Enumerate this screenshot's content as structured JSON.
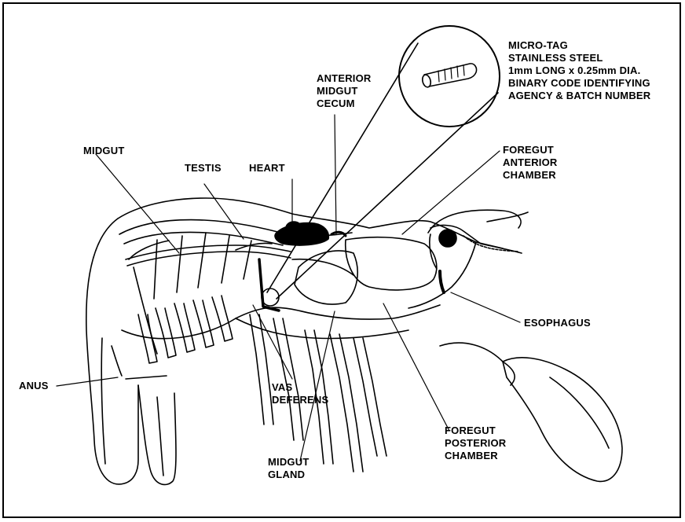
{
  "tag_info": [
    "MICRO-TAG",
    "STAINLESS STEEL",
    "1mm LONG x 0.25mm DIA.",
    "BINARY CODE IDENTIFYING",
    "AGENCY & BATCH NUMBER"
  ],
  "labels": {
    "anterior_midgut_cecum": [
      "ANTERIOR",
      "MIDGUT",
      "CECUM"
    ],
    "midgut": [
      "MIDGUT"
    ],
    "testis": [
      "TESTIS"
    ],
    "heart": [
      "HEART"
    ],
    "foregut_anterior_chamber": [
      "FOREGUT",
      "ANTERIOR",
      "CHAMBER"
    ],
    "esophagus": [
      "ESOPHAGUS"
    ],
    "anus": [
      "ANUS"
    ],
    "vas_deferens": [
      "VAS",
      "DEFERENS"
    ],
    "foregut_posterior_chamber": [
      "FOREGUT",
      "POSTERIOR",
      "CHAMBER"
    ],
    "midgut_gland": [
      "MIDGUT",
      "GLAND"
    ]
  }
}
